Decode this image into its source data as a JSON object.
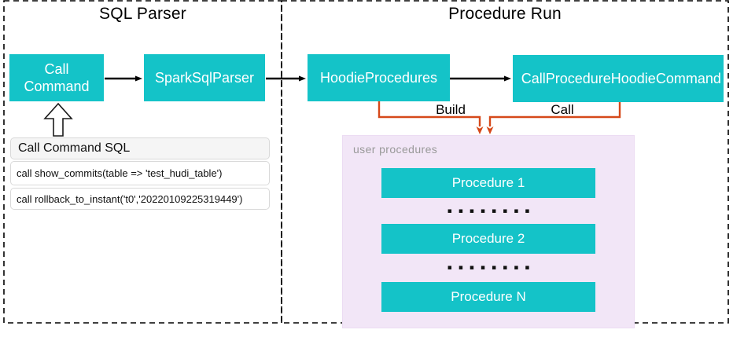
{
  "diagram": {
    "sections": [
      {
        "id": "sql_parser",
        "title": "SQL Parser"
      },
      {
        "id": "procedure_run",
        "title": "Procedure Run"
      }
    ],
    "nodes": {
      "call_command": {
        "label": "Call Command"
      },
      "spark_sql_parser": {
        "label": "SparkSqlParser"
      },
      "hoodie_procedures": {
        "label": "HoodieProcedures"
      },
      "call_procedure_hoodie_command": {
        "label": "CallProcedureHoodieCommand"
      }
    },
    "connectors": {
      "build_label": "Build",
      "call_label": "Call"
    },
    "sql_panel": {
      "header": "Call Command SQL",
      "rows": [
        "call show_commits(table => 'test_hudi_table')",
        "call rollback_to_instant('t0','20220109225319449')"
      ]
    },
    "user_procedures": {
      "label": "user procedures",
      "items": [
        "Procedure 1",
        "Procedure 2",
        "Procedure N"
      ],
      "separator_dots": "▪▪▪▪▪▪▪▪"
    },
    "colors": {
      "node_fill": "#14c3c8",
      "node_text": "#ffffff",
      "connector_orange": "#d6491a",
      "arrow_black": "#000000",
      "dash_border": "#000000",
      "user_procedures_bg": "#f2e6f7",
      "panel_header_bg": "#f5f5f5",
      "panel_border": "#d9d9d9",
      "label_gray": "#999999"
    }
  }
}
